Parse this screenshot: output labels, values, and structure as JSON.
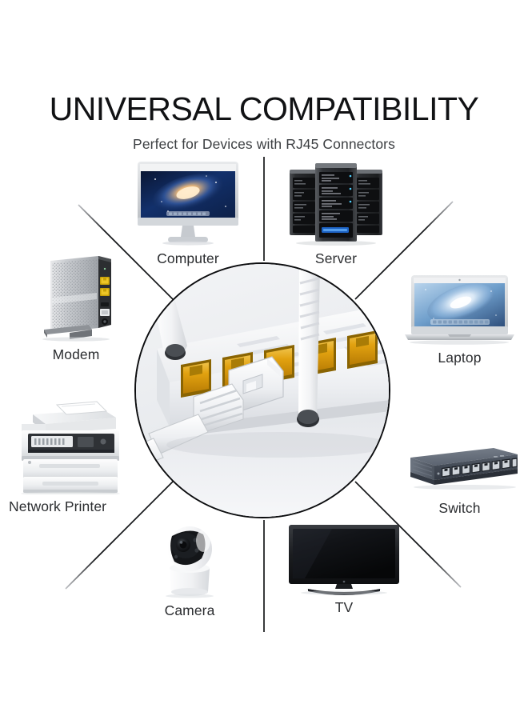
{
  "header": {
    "title": "UNIVERSAL COMPATIBILITY",
    "subtitle": "Perfect for Devices with RJ45 Connectors"
  },
  "hub": {
    "name": "router-rj45-closeup",
    "description": "Close-up photo of a white Wi-Fi router with yellow RJ45 LAN ports, two white antennas and a white Ethernet patch cable plugged into a port",
    "colors": {
      "port_yellow": "#e8a712",
      "port_yellow_dark": "#c98506",
      "router_body": "#fbfbfc",
      "router_shadow": "#d6d9de",
      "background": "#eceef1"
    }
  },
  "diagram": {
    "type": "radial-hub-and-spoke",
    "spoke_count": 8,
    "line_color": "#16181b",
    "circle_stroke": "#0c0d0f",
    "devices": [
      {
        "id": "computer",
        "label": "Computer",
        "icon": "desktop-computer-icon",
        "direction": "up-left"
      },
      {
        "id": "server",
        "label": "Server",
        "icon": "server-rack-icon",
        "direction": "up-right"
      },
      {
        "id": "modem",
        "label": "Modem",
        "icon": "cable-modem-icon",
        "direction": "left-up"
      },
      {
        "id": "laptop",
        "label": "Laptop",
        "icon": "laptop-icon",
        "direction": "right-up"
      },
      {
        "id": "printer",
        "label": "Network Printer",
        "icon": "printer-icon",
        "direction": "left-down"
      },
      {
        "id": "switch",
        "label": "Switch",
        "icon": "network-switch-icon",
        "direction": "right-down"
      },
      {
        "id": "camera",
        "label": "Camera",
        "icon": "ip-camera-icon",
        "direction": "down-left"
      },
      {
        "id": "tv",
        "label": "TV",
        "icon": "television-icon",
        "direction": "down-right"
      }
    ]
  }
}
